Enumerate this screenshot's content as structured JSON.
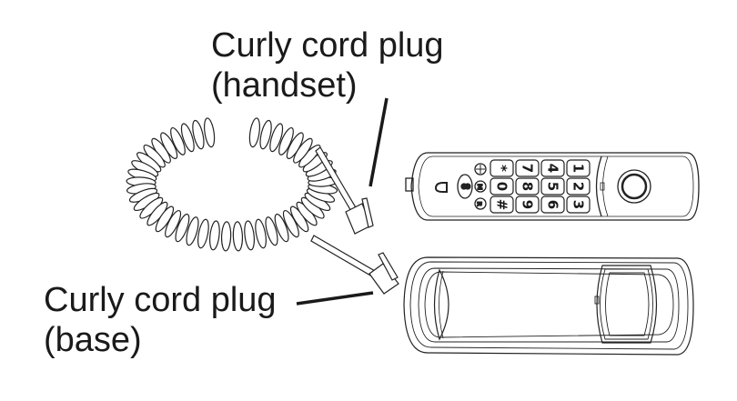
{
  "labels": {
    "handset": {
      "line1": "Curly cord plug",
      "line2": "(handset)"
    },
    "base": {
      "line1": "Curly cord plug",
      "line2": "(base)"
    }
  },
  "handset": {
    "keypad": [
      [
        "*",
        "7",
        "4",
        "1"
      ],
      [
        "0",
        "8",
        "5",
        "2"
      ],
      [
        "#",
        "9",
        "6",
        "3"
      ]
    ],
    "side_buttons": [
      "intercom",
      "M",
      "R"
    ],
    "function_button": "mute"
  },
  "components": [
    "curly-cord",
    "handset-plug",
    "base-plug",
    "handset",
    "base-cradle"
  ]
}
